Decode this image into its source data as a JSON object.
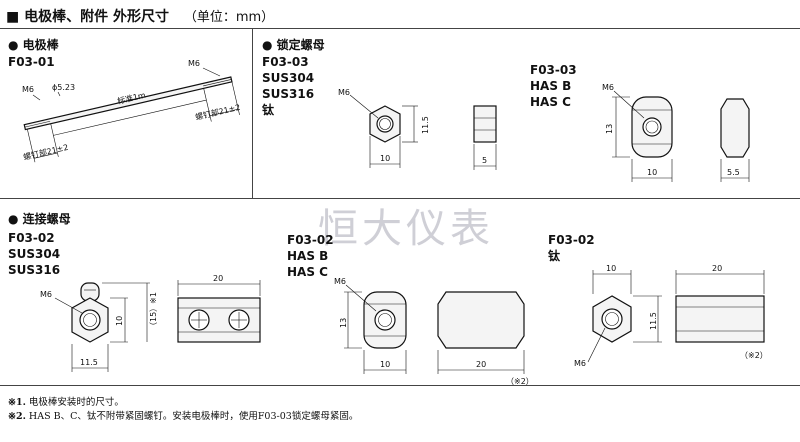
{
  "header": {
    "bullet": "■",
    "title": "电极棒、附件 外形尺寸",
    "unit": "（单位：mm）"
  },
  "sections": {
    "electrode": {
      "heading": "● 电极棒",
      "code": "F03-01",
      "dims": {
        "m6_right": "M6",
        "m6_left": "M6",
        "phi": "ϕ5.23",
        "length": "标准1m",
        "thread_right": "螺钉部21±2",
        "thread_left": "螺钉部21±2"
      }
    },
    "lock_nut": {
      "heading": "● 锁定螺母",
      "left": {
        "codes": [
          "F03-03",
          "SUS304",
          "SUS316",
          "钛"
        ],
        "dims": {
          "m6": "M6",
          "height": "11.5",
          "width": "10",
          "thick": "5"
        }
      },
      "right": {
        "codes": [
          "F03-03",
          "HAS B",
          "HAS C"
        ],
        "dims": {
          "m6": "M6",
          "height": "13",
          "width": "10",
          "thick": "5.5"
        }
      }
    },
    "connector_nut": {
      "heading": "● 连接螺母",
      "a": {
        "codes": [
          "F03-02",
          "SUS304",
          "SUS316"
        ],
        "dims": {
          "m6": "M6",
          "h10": "10",
          "h15": "（15）※1",
          "width": "11.5",
          "length": "20"
        }
      },
      "b": {
        "codes": [
          "F03-02",
          "HAS B",
          "HAS C"
        ],
        "dims": {
          "m6": "M6",
          "height": "13",
          "width": "10",
          "length": "20",
          "note": "（※2）"
        }
      },
      "c": {
        "codes": [
          "F03-02",
          "钛"
        ],
        "dims": {
          "m6": "M6",
          "width": "10",
          "height": "11.5",
          "length": "20",
          "note": "（※2）"
        }
      }
    }
  },
  "watermark": "恒大仪表",
  "footnotes": [
    {
      "mark": "※1.",
      "text": "电极棒安装时的尺寸。"
    },
    {
      "mark": "※2.",
      "text": "HAS B、C、钛不附带紧固螺钉。安装电极棒时，使用F03-03锁定螺母紧固。"
    }
  ]
}
